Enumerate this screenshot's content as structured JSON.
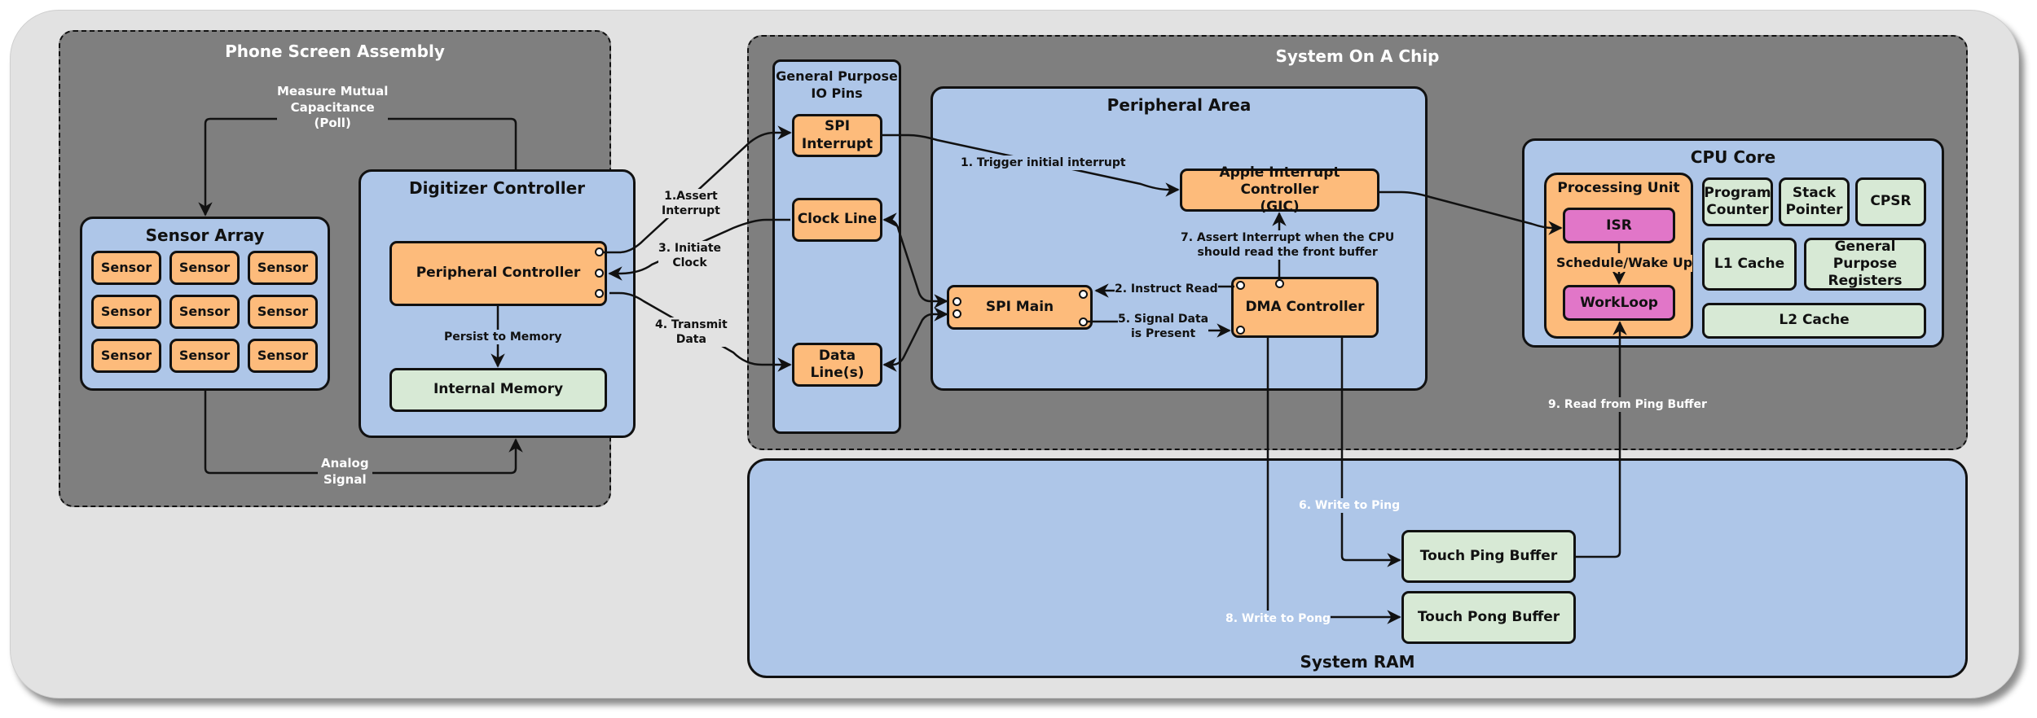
{
  "phone_screen_assembly": {
    "title": "Phone Screen Assembly",
    "sensor_array": {
      "title": "Sensor Array",
      "sensors": [
        "Sensor",
        "Sensor",
        "Sensor",
        "Sensor",
        "Sensor",
        "Sensor",
        "Sensor",
        "Sensor",
        "Sensor"
      ]
    },
    "digitizer_controller": {
      "title": "Digitizer Controller",
      "peripheral_controller": "Peripheral Controller",
      "internal_memory": "Internal Memory",
      "persist_label": "Persist to Memory"
    },
    "measure_label": "Measure Mutual Capacitance (Poll)",
    "measure_label_lines": [
      "Measure Mutual",
      "Capacitance",
      "(Poll)"
    ],
    "analog_label_lines": [
      "Analog",
      "Signal"
    ]
  },
  "links": {
    "assert_interrupt": [
      "1.Assert",
      "Interrupt"
    ],
    "initiate_clock": [
      "3. Initiate",
      "Clock"
    ],
    "transmit_data": [
      "4. Transmit",
      "Data"
    ],
    "trigger_interrupt": "1. Trigger initial interrupt",
    "instruct_read": "2. Instruct Read",
    "signal_data": [
      "5. Signal Data",
      "is Present"
    ],
    "assert_cpu": [
      "7. Assert Interrupt when the CPU",
      "should read the front buffer"
    ],
    "write_ping": "6. Write to Ping",
    "write_pong": "8. Write to Pong",
    "read_ping": "9. Read from Ping Buffer",
    "schedule": "Schedule/Wake Up"
  },
  "soc": {
    "title": "System On A Chip",
    "gpio": {
      "title_lines": [
        "General Purpose",
        "IO Pins"
      ],
      "spi_interrupt": [
        "SPI",
        "Interrupt"
      ],
      "clock_line": "Clock Line",
      "data_lines": "Data Line(s)"
    },
    "peripheral_area": {
      "title": "Peripheral Area",
      "gic": [
        "Apple Interrupt Controller",
        "(GIC)"
      ],
      "spi_main": "SPI Main",
      "dma": "DMA Controller"
    },
    "cpu_core": {
      "title": "CPU Core",
      "processing_unit": "Processing Unit",
      "isr": "ISR",
      "workloop": "WorkLoop",
      "program_counter": [
        "Program",
        "Counter"
      ],
      "stack_pointer": [
        "Stack",
        "Pointer"
      ],
      "cpsr": "CPSR",
      "l1_cache": "L1 Cache",
      "gp_registers": [
        "General Purpose",
        "Registers"
      ],
      "l2_cache": "L2 Cache"
    }
  },
  "system_ram": {
    "title": "System RAM",
    "ping_buffer": "Touch Ping Buffer",
    "pong_buffer": "Touch Pong Buffer"
  },
  "colors": {
    "container_dark": "#7f7f7f",
    "container_blue": "#aec6e8",
    "component_orange": "#fdbb7b",
    "memory_green": "#d7e9d5",
    "routine_pink": "#e176c8",
    "background": "#e2e2e2"
  }
}
